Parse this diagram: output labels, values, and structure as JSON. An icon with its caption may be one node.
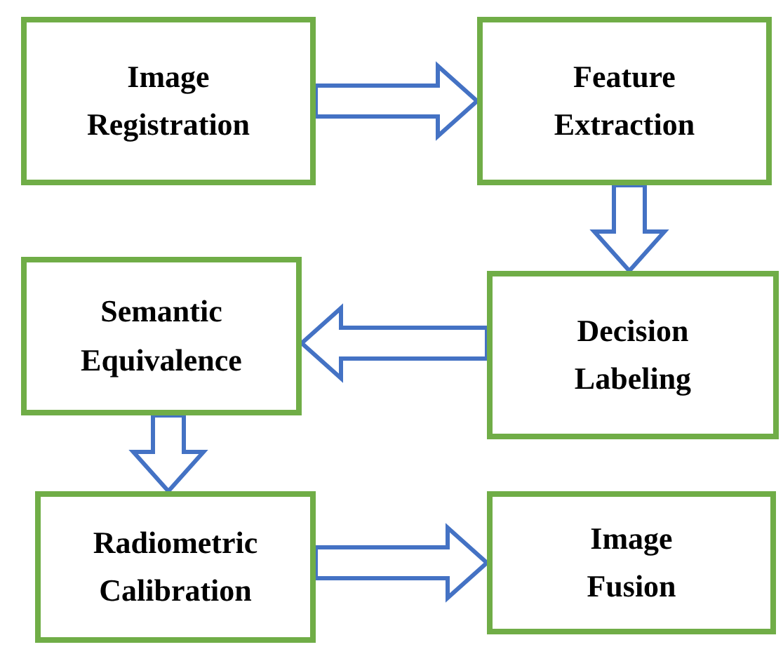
{
  "diagram": {
    "nodes": [
      {
        "text": [
          "Image Registration"
        ]
      },
      {
        "text": [
          "Feature Extraction"
        ]
      },
      {
        "text": [
          "Decision Labeling"
        ]
      },
      {
        "text": [
          "Semantic Equivalence"
        ]
      },
      {
        "text": [
          "Radiometric Calibration"
        ]
      },
      {
        "text": [
          "Image Fusion"
        ]
      }
    ],
    "edges": [
      {
        "from": 0,
        "to": 1,
        "arrow": "to"
      },
      {
        "from": 1,
        "to": 2,
        "arrow": "to"
      },
      {
        "from": 2,
        "to": 3,
        "arrow": "to"
      },
      {
        "from": 3,
        "to": 4,
        "arrow": "to"
      },
      {
        "from": 4,
        "to": 5,
        "arrow": "to"
      }
    ]
  }
}
